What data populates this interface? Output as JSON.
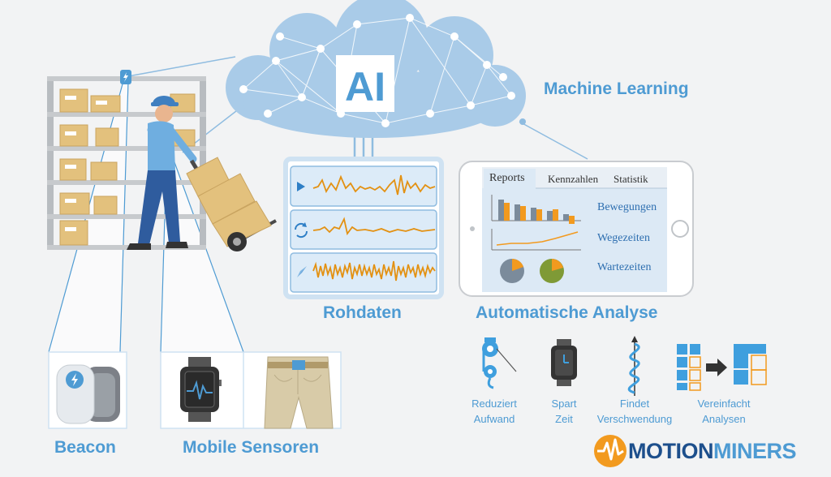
{
  "cloud": {
    "badge": "AI",
    "label": "Machine Learning"
  },
  "rawdata": {
    "label": "Rohdaten"
  },
  "analysis": {
    "label": "Automatische Analyse",
    "tabs": [
      "Reports",
      "Kennzahlen",
      "Statistik"
    ],
    "metrics": [
      "Bewegungen",
      "Wegezeiten",
      "Wartezeiten"
    ]
  },
  "sensors": {
    "beacon_label": "Beacon",
    "mobile_label": "Mobile Sensoren"
  },
  "benefits": [
    {
      "line1": "Reduziert",
      "line2": "Aufwand",
      "icon": "pulley-icon"
    },
    {
      "line1": "Spart",
      "line2": "Zeit",
      "icon": "watch-icon"
    },
    {
      "line1": "Findet",
      "line2": "Verschwendung",
      "icon": "spiral-icon"
    },
    {
      "line1": "Vereinfacht",
      "line2": "Analysen",
      "icon": "blocks-arrow-icon"
    }
  ],
  "logo": {
    "part1": "MOTION",
    "part2": "MINERS"
  },
  "colors": {
    "accent": "#4e9bd3",
    "orange": "#f29a1f",
    "signal": "#e39112",
    "cloud": "#a9cbe8",
    "logo_dark": "#1d4f8c"
  }
}
